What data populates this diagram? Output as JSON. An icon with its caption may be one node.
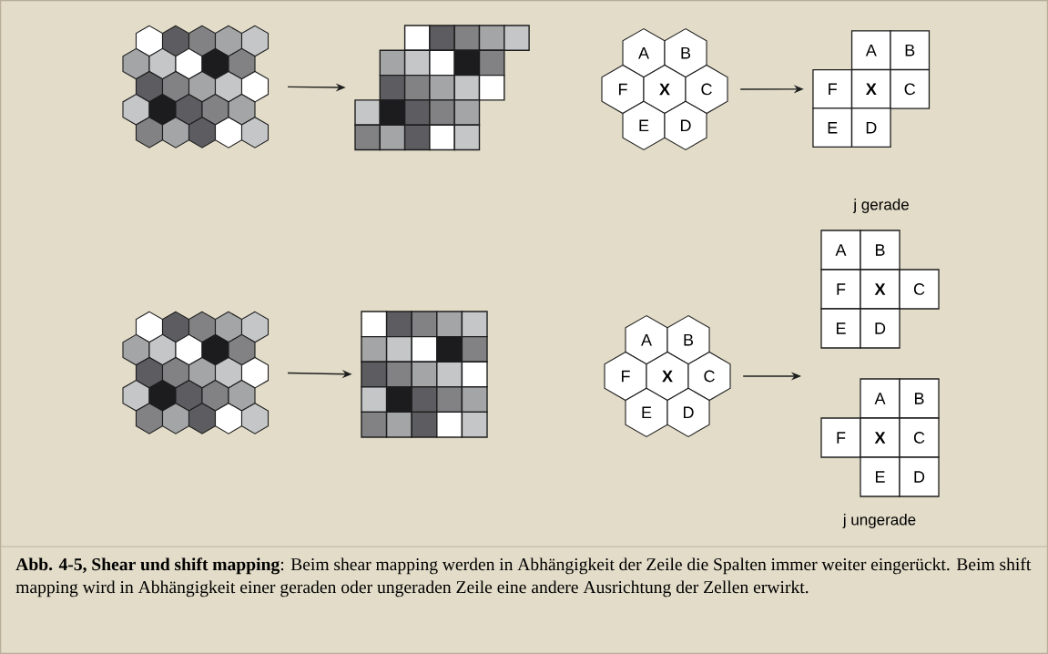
{
  "diagram": {
    "caption": "**Abb. 4-5, Shear und shift mapping**: Beim shear mapping werden in Abhängigkeit der Zeile die Spalten immer weiter eingerückt. Beim shift mapping wird in Abhängigkeit einer geraden oder ungeraden Zeile eine andere Ausrichtung der Zellen erwirkt.",
    "nodes": [
      {
        "text": [],
        "shape": "grid"
      },
      {
        "text": [],
        "shape": "grid"
      },
      {
        "text": [
          "A",
          "B",
          "F",
          "X",
          "C",
          "E",
          "D"
        ]
      },
      {
        "text": [
          "A",
          "B",
          "F",
          "X",
          "C",
          "E",
          "D"
        ]
      },
      {
        "text": [],
        "shape": "grid"
      },
      {
        "text": [],
        "shape": "grid"
      },
      {
        "text": [
          "A",
          "B",
          "F",
          "X",
          "C",
          "E",
          "D"
        ]
      },
      {
        "text": [
          "A",
          "B",
          "F",
          "X",
          "C",
          "E",
          "D"
        ],
        "beside": [
          "j gerade"
        ]
      },
      {
        "text": [
          "A",
          "B",
          "F",
          "X",
          "C",
          "E",
          "D"
        ],
        "beside": [
          "j ungerade"
        ]
      }
    ],
    "edges": [
      {
        "from": 0,
        "to": 1,
        "arrow": "to"
      },
      {
        "from": 2,
        "to": 3,
        "arrow": "to"
      },
      {
        "from": 4,
        "to": 5,
        "arrow": "to"
      },
      {
        "from": 6,
        "to": null,
        "arrow": "to"
      }
    ]
  }
}
